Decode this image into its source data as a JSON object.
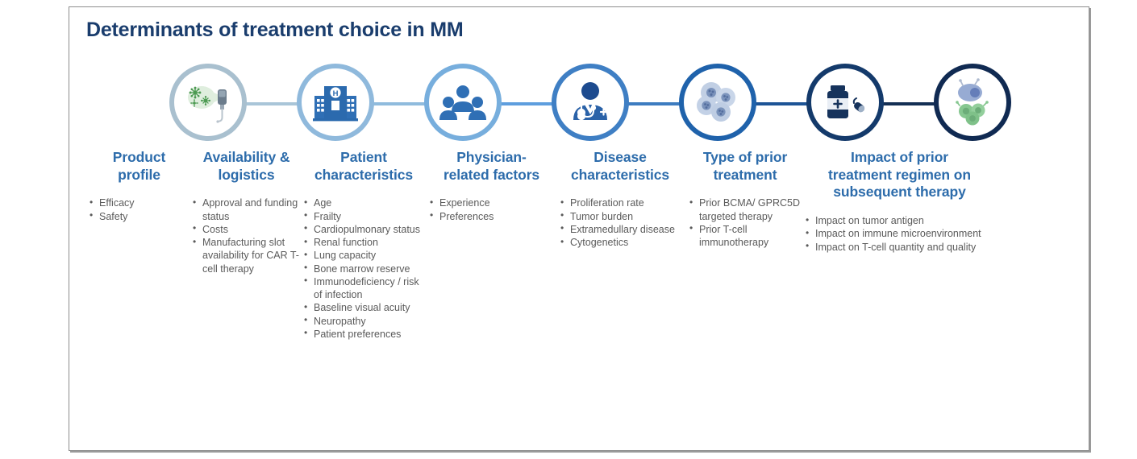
{
  "figure": {
    "title": "Determinants of treatment choice in MM",
    "title_color": "#1a3d6d",
    "heading_color": "#2d6cab",
    "body_color": "#5a5a5a",
    "frame_border_color": "#8d8d8d"
  },
  "flow": {
    "nodes": [
      {
        "id": "product-profile",
        "icon": "infusion-bag-icon",
        "ring_color": "#a9c0cf",
        "connector_color": "#a9c5d8"
      },
      {
        "id": "availability-logistics",
        "icon": "hospital-building-icon",
        "ring_color": "#8fb9dc",
        "connector_color": "#8fbbdd"
      },
      {
        "id": "patient-characteristics",
        "icon": "group-of-people-icon",
        "ring_color": "#77aedd",
        "connector_color": "#5e9ede"
      },
      {
        "id": "physician-related-factors",
        "icon": "doctor-stethoscope-icon",
        "ring_color": "#3f7fc4",
        "connector_color": "#3d7cc0"
      },
      {
        "id": "disease-characteristics",
        "icon": "tumor-cell-cluster-icon",
        "ring_color": "#1f62ab",
        "connector_color": "#1d5496"
      },
      {
        "id": "type-of-prior-treatment",
        "icon": "medicine-bottle-pill-icon",
        "ring_color": "#143a6b",
        "connector_color": "#142f54"
      },
      {
        "id": "impact-of-prior-treatment",
        "icon": "immune-cells-icon",
        "ring_color": "#102a52",
        "connector_color": null
      }
    ]
  },
  "columns": [
    {
      "id": "product-profile",
      "heading": "Product\nprofile",
      "items": [
        "Efficacy",
        "Safety"
      ]
    },
    {
      "id": "availability-logistics",
      "heading": "Availability &\nlogistics",
      "items": [
        "Approval and funding status",
        "Costs",
        "Manufacturing slot availability for CAR T-cell therapy"
      ]
    },
    {
      "id": "patient-characteristics",
      "heading": "Patient\ncharacteristics",
      "items": [
        "Age",
        "Frailty",
        "Cardiopulmonary status",
        "Renal function",
        "Lung capacity",
        "Bone marrow reserve",
        "Immunodeficiency / risk of infection",
        "Baseline visual acuity",
        "Neuropathy",
        "Patient preferences"
      ]
    },
    {
      "id": "physician-related-factors",
      "heading": "Physician-\nrelated factors",
      "items": [
        "Experience",
        "Preferences"
      ]
    },
    {
      "id": "disease-characteristics",
      "heading": "Disease\ncharacteristics",
      "items": [
        "Proliferation rate",
        "Tumor burden",
        "Extramedullary disease",
        "Cytogenetics"
      ]
    },
    {
      "id": "type-of-prior-treatment",
      "heading": "Type of prior\ntreatment",
      "items": [
        "Prior BCMA/ GPRC5D targeted therapy",
        "Prior T-cell immunotherapy"
      ]
    },
    {
      "id": "impact-of-prior-treatment",
      "heading": "Impact of prior\ntreatment regimen on\nsubsequent therapy",
      "items": [
        "Impact on tumor antigen",
        "Impact on immune microenvironment",
        "Impact on T-cell quantity and quality"
      ]
    }
  ]
}
